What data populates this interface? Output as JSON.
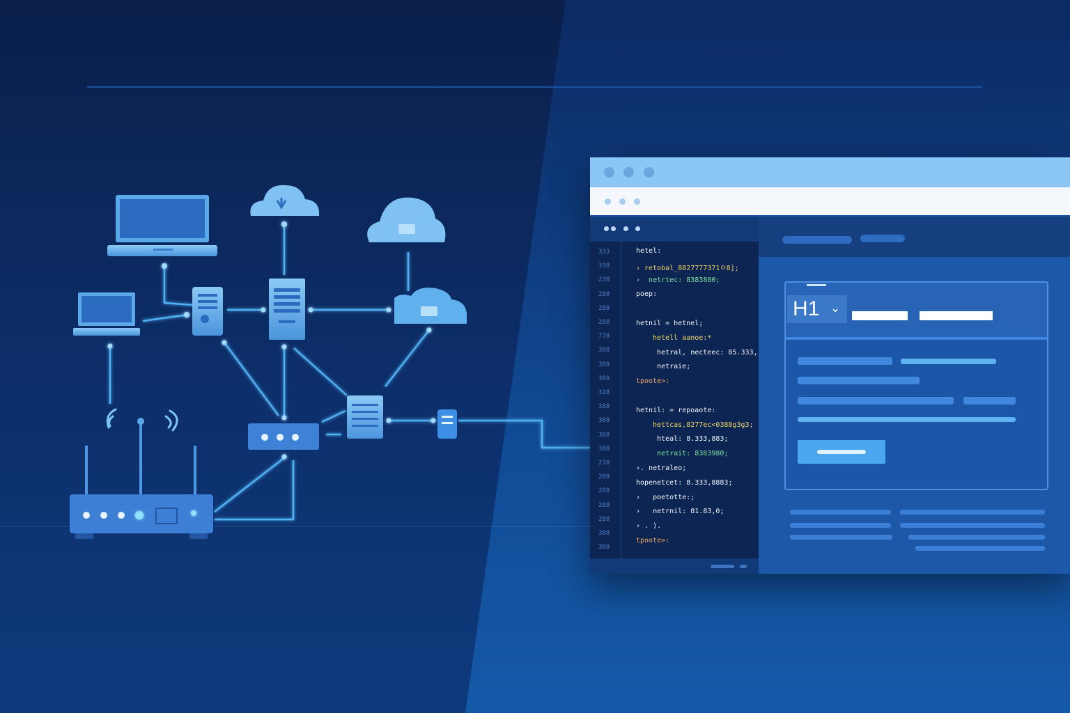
{
  "colors": {
    "background_dark": "#0a1f4a",
    "panel_blue": "#1a55a6",
    "accent_cyan": "#6fc4ff",
    "device_fill": "#5aa8e8",
    "titlebar": "#8cc6f4"
  },
  "network": {
    "nodes": [
      {
        "id": "laptop-large",
        "icon": "laptop-icon"
      },
      {
        "id": "laptop-small",
        "icon": "laptop-icon"
      },
      {
        "id": "cloud-top",
        "icon": "cloud-icon"
      },
      {
        "id": "cloud-right",
        "icon": "cloud-chat-icon"
      },
      {
        "id": "cloud-mid",
        "icon": "cloud-chat-icon"
      },
      {
        "id": "server-tower",
        "icon": "pc-tower-icon"
      },
      {
        "id": "server-rack",
        "icon": "server-rack-icon"
      },
      {
        "id": "switch",
        "icon": "network-switch-icon"
      },
      {
        "id": "server-small",
        "icon": "server-icon"
      },
      {
        "id": "phone",
        "icon": "phone-icon"
      },
      {
        "id": "router",
        "icon": "wifi-router-icon"
      }
    ]
  },
  "editor": {
    "line_numbers": [
      "333",
      "338",
      "238",
      "288",
      "288",
      "288",
      "778",
      "388",
      "388",
      "388",
      "318",
      "388",
      "388",
      "388",
      "388",
      "278",
      "288",
      "288",
      "288",
      "288",
      "388",
      "388"
    ],
    "code_lines": [
      {
        "text": "hetel:",
        "indent": 0
      },
      {
        "text": "› retobal_8827777371ㅇ8];",
        "indent": 0
      },
      {
        "text": "›  netrtec: 8383880;",
        "indent": 0
      },
      {
        "text": "poep:",
        "indent": 0
      },
      {
        "text": "",
        "indent": 0
      },
      {
        "text": "hetnil = hetnel;",
        "indent": 0
      },
      {
        "text": "  hetell aanoe:*",
        "indent": 1
      },
      {
        "text": "   hetral, necteec: 85.333,",
        "indent": 1
      },
      {
        "text": "   netraie;",
        "indent": 1
      },
      {
        "text": "tpoote>:",
        "indent": 0
      },
      {
        "text": "",
        "indent": 0
      },
      {
        "text": "hetnil: = repoaote:",
        "indent": 0
      },
      {
        "text": "  hettcas,8277ec<0388g3g3;",
        "indent": 1
      },
      {
        "text": "   hteal: 8.333,883;",
        "indent": 1
      },
      {
        "text": "   netrait: 8383980;",
        "indent": 1
      },
      {
        "text": "›. netraleo;",
        "indent": 0
      },
      {
        "text": "hopenetcet: 8.333,8883;",
        "indent": 0
      },
      {
        "text": "›   poetotte:;",
        "indent": 0
      },
      {
        "text": "›   netrnil: 81.83,0;",
        "indent": 0
      },
      {
        "text": "› . ).",
        "indent": 0
      },
      {
        "text": "tpoote>:",
        "indent": 0
      }
    ]
  },
  "preview": {
    "heading_tag": "H1"
  }
}
